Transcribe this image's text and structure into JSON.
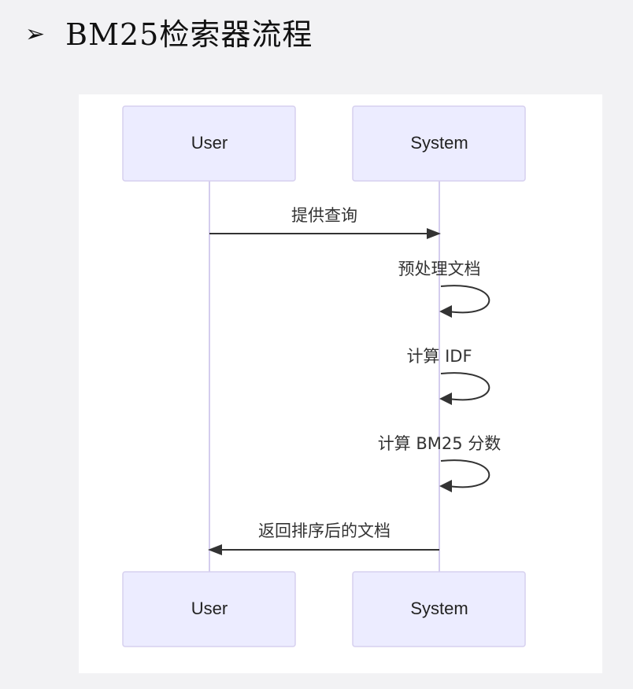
{
  "heading": {
    "bullet": "➢",
    "title": "BM25检索器流程"
  },
  "diagram": {
    "type": "sequence",
    "participants": [
      "User",
      "System"
    ],
    "messages": [
      {
        "from": "User",
        "to": "System",
        "text": "提供查询"
      },
      {
        "from": "System",
        "to": "System",
        "text": "预处理文档"
      },
      {
        "from": "System",
        "to": "System",
        "text": "计算 IDF"
      },
      {
        "from": "System",
        "to": "System",
        "text": "计算 BM25 分数"
      },
      {
        "from": "System",
        "to": "User",
        "text": "返回排序后的文档"
      }
    ],
    "colors": {
      "actor_fill": "#ececff",
      "actor_border": "#d6d0ef",
      "lifeline": "#d4cdee",
      "arrow": "#333333"
    }
  }
}
